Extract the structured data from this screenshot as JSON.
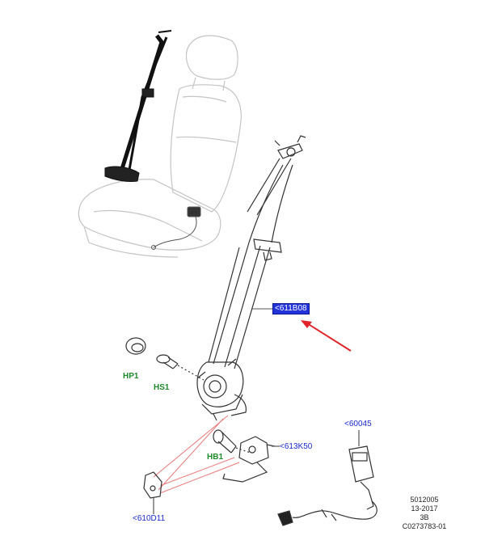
{
  "callouts": {
    "belt_assembly": "<611B08",
    "retractor_bracket": "<613K50",
    "buckle": "<60045",
    "anchor_plate": "<610D11",
    "hp1": "HP1",
    "hs1": "HS1",
    "hb1": "HB1"
  },
  "reference": {
    "line1": "5012005",
    "line2": "13-2017",
    "line3": "3B",
    "line4": "C0273783-01"
  },
  "colors": {
    "callout_blue": "#1a2bd0",
    "hardware_green": "#1f8a2a",
    "highlight_bg": "#2233d8",
    "arrow_red": "#e0242a",
    "leader_red": "#e87a7a"
  }
}
